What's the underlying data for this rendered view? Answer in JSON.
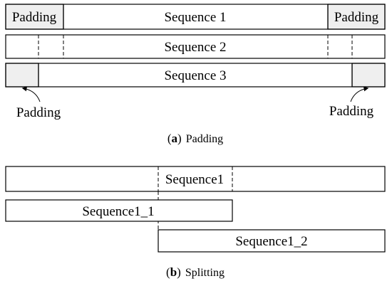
{
  "panel_a": {
    "row1": {
      "left_label": "Padding",
      "center_label": "Sequence 1",
      "right_label": "Padding"
    },
    "row2": {
      "label": "Sequence 2"
    },
    "row3": {
      "label": "Sequence 3"
    },
    "callout_left": "Padding",
    "callout_right": "Padding",
    "caption": {
      "letter": "a",
      "text": "Padding"
    }
  },
  "panel_b": {
    "top_label": "Sequence1",
    "part1_label": "Sequence1_1",
    "part2_label": "Sequence1_2",
    "caption": {
      "letter": "b",
      "text": "Splitting"
    }
  },
  "colors": {
    "padding_fill": "#efefef",
    "stroke": "#000000"
  }
}
